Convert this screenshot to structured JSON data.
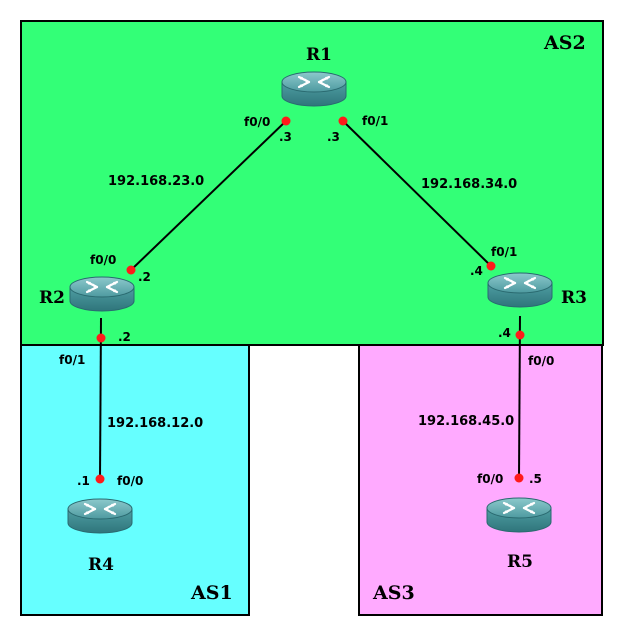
{
  "as_areas": {
    "as2": {
      "label": "AS2",
      "color": "#33ff77"
    },
    "as1": {
      "label": "AS1",
      "color": "#66ffff"
    },
    "as3": {
      "label": "AS3",
      "color": "#ffaaff"
    }
  },
  "routers": {
    "r1": "R1",
    "r2": "R2",
    "r3": "R3",
    "r4": "R4",
    "r5": "R5"
  },
  "links": {
    "r1_r2": {
      "network": "192.168.23.0",
      "a_iface": "f0/0",
      "a_host": ".3",
      "b_iface": "f0/0",
      "b_host": ".2"
    },
    "r1_r3": {
      "network": "192.168.34.0",
      "a_iface": "f0/1",
      "a_host": ".3",
      "b_iface": "f0/1",
      "b_host": ".4"
    },
    "r2_r4": {
      "network": "192.168.12.0",
      "a_iface": "f0/1",
      "a_host": ".2",
      "b_iface": "f0/0",
      "b_host": ".1"
    },
    "r3_r5": {
      "network": "192.168.45.0",
      "a_iface": "f0/0",
      "a_host": ".4",
      "b_iface": "f0/0",
      "b_host": ".5"
    }
  },
  "colors": {
    "port": "#ff1a1a",
    "router_top": "#5fa8ad",
    "router_body": "#3e8a90"
  },
  "icons": {
    "router": "router-icon",
    "port": "port-dot"
  }
}
